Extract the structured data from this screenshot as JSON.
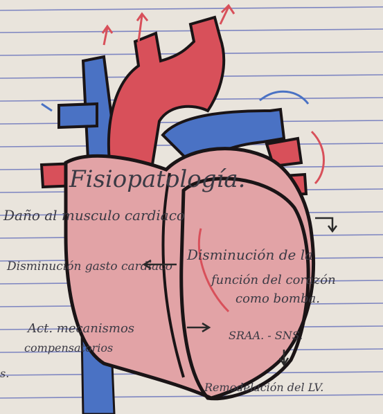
{
  "page": {
    "title": "Fisiopatología.",
    "paper_color": "#e9e4dc",
    "rule_color": "#5a66b8"
  },
  "notes": {
    "damage": "Daño al musculo cardiaco",
    "reduced_output": "Disminución gasto cardiaco",
    "reduced_function_line1": "Disminución de la",
    "reduced_function_line2": "función del corazón",
    "reduced_function_line3": "como bomba.",
    "activation_line1": "Act. mecanismos",
    "activation_line2": "compensatorios",
    "systems": "SRAA. - SNS.",
    "remodeling": "Remodelación del LV.",
    "edge_mark": "s."
  },
  "heart_colors": {
    "artery_red": "#d8505a",
    "vein_blue": "#4a72c4",
    "muscle_pink": "#e2a3a6",
    "outline": "#1a1416"
  }
}
